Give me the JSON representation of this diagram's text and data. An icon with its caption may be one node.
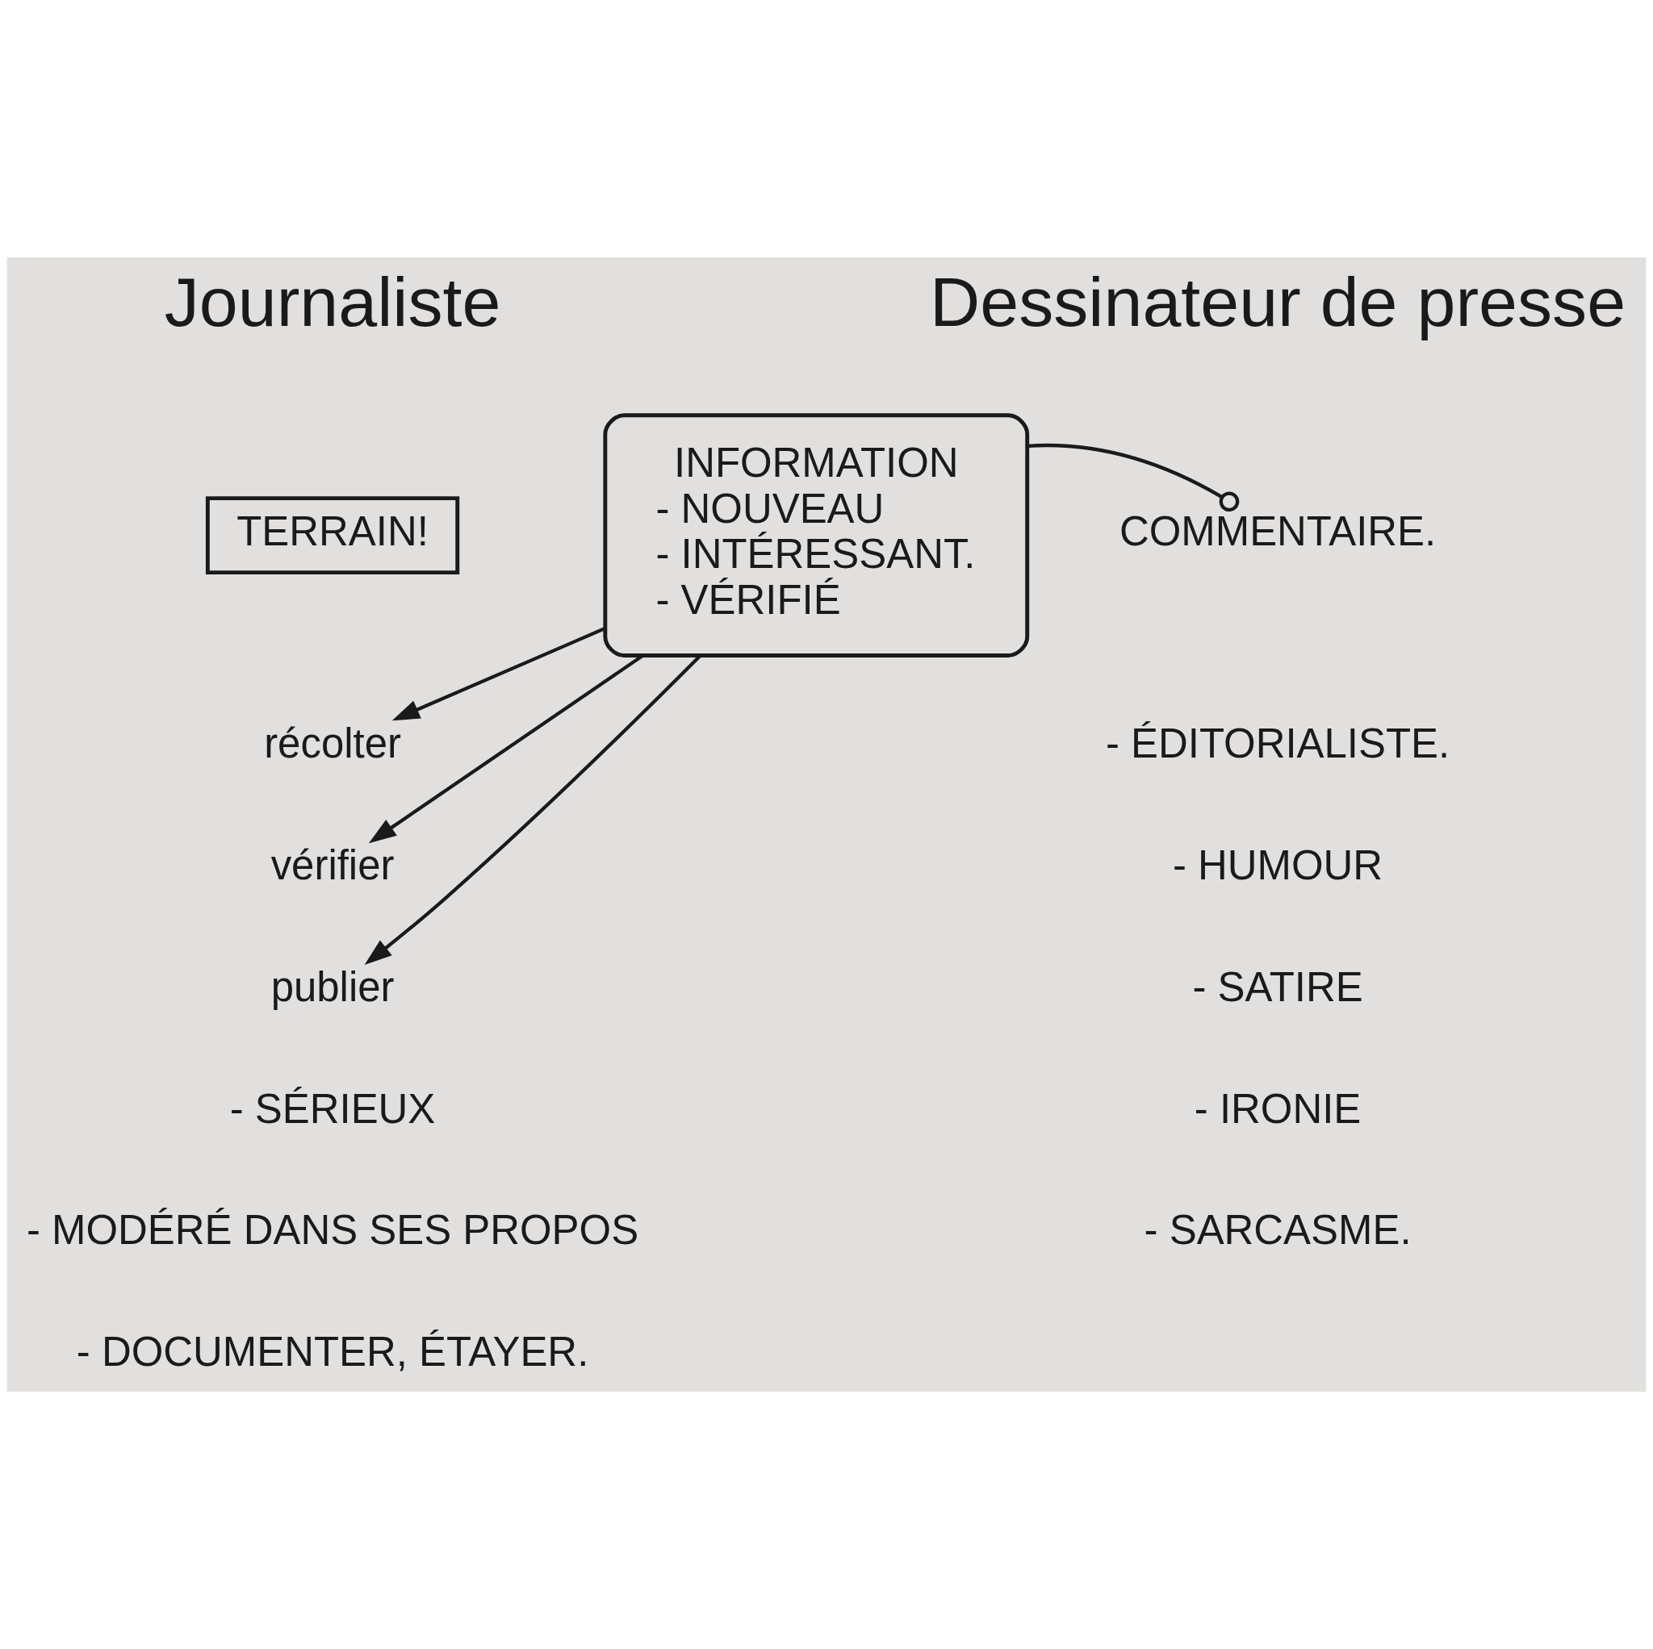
{
  "diagram": {
    "nodes": [
      {
        "text": [
          "TERRAIN!"
        ]
      },
      {
        "text": [
          "INFORMATION",
          "- NOUVEAU",
          "- INTÉRESSANT.",
          "- VÉRIFIÉ"
        ]
      },
      {
        "text": [
          "COMMENTAIRE."
        ]
      },
      {
        "text": [
          "récolter"
        ]
      },
      {
        "text": [
          "vérifier"
        ]
      },
      {
        "text": [
          "publier"
        ]
      }
    ],
    "edges": [
      {
        "from": 1,
        "to": 2,
        "arrow": "other"
      },
      {
        "from": 1,
        "to": 3,
        "arrow": "to"
      },
      {
        "from": 1,
        "to": 4,
        "arrow": "to"
      },
      {
        "from": 1,
        "to": 5,
        "arrow": "to"
      }
    ],
    "labels": [
      "Journaliste",
      "Dessinateur de presse",
      "- ÉDITORIALISTE.",
      "- SÉRIEUX",
      "- MODÉRÉ DANS SES PROPOS",
      "- DOCUMENTER, ÉTAYER.",
      "- HUMOUR",
      "- SATIRE",
      "- IRONIE",
      "- SARCASME."
    ]
  }
}
